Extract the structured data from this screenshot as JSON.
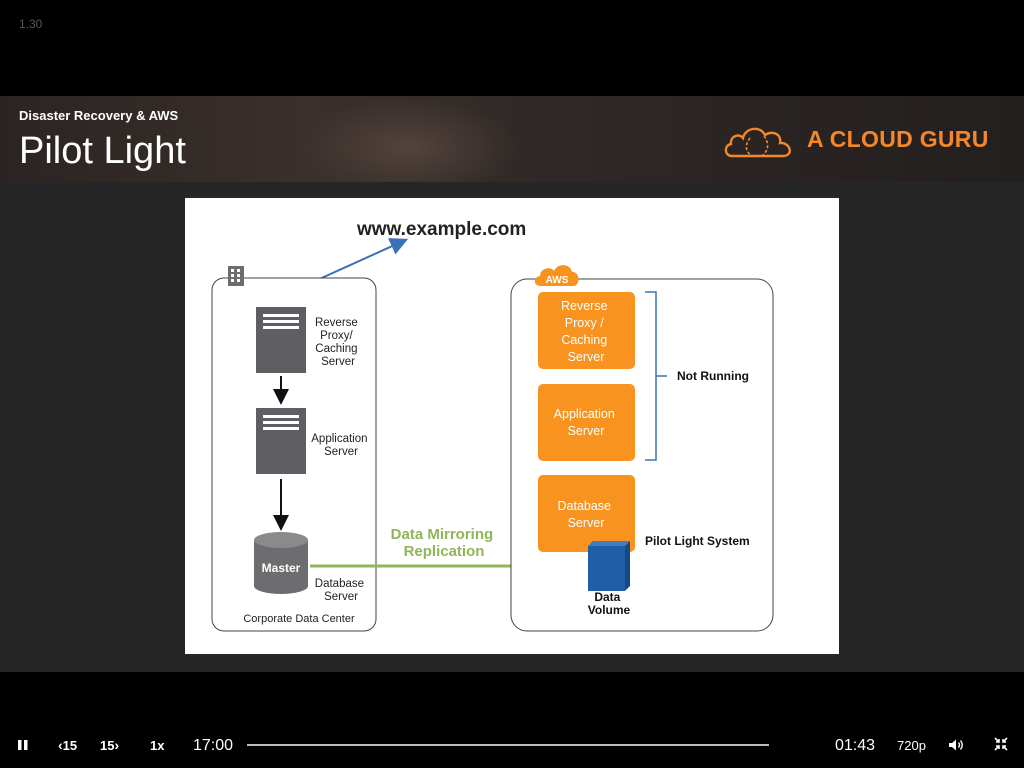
{
  "version_label": "1.30",
  "banner": {
    "course_title": "Disaster Recovery & AWS",
    "lesson_title": "Pilot Light",
    "brand": "A CLOUD GURU"
  },
  "diagram": {
    "url": "www.example.com",
    "aws_badge": "AWS",
    "corp": {
      "proxy_label": [
        "Reverse",
        "Proxy/",
        "Caching",
        "Server"
      ],
      "app_label": [
        "Application",
        "Server"
      ],
      "db_cylinder": "Master",
      "db_label": [
        "Database",
        "Server"
      ],
      "caption": "Corporate Data Center"
    },
    "aws": {
      "proxy_label": [
        "Reverse",
        "Proxy /",
        "Caching",
        "Server"
      ],
      "app_label": [
        "Application",
        "Server"
      ],
      "db_label": [
        "Database",
        "Server"
      ],
      "volume_label": [
        "Data",
        "Volume"
      ]
    },
    "mirroring_label": [
      "Data Mirroring",
      "Replication"
    ],
    "not_running": "Not Running",
    "pilot_light": "Pilot Light System"
  },
  "controls": {
    "rewind_label": "15",
    "forward_label": "15",
    "speed": "1x",
    "total_time": "17:00",
    "current_time": "01:43",
    "quality": "720p",
    "progress": 0.0
  },
  "colors": {
    "brand_orange": "#f5862a",
    "aws_orange": "#f7931e",
    "server_gray": "#5f5f63",
    "arrow_blue": "#3a72b8",
    "mirror_green": "#8fb65a",
    "volume_blue": "#1f5fa8"
  }
}
